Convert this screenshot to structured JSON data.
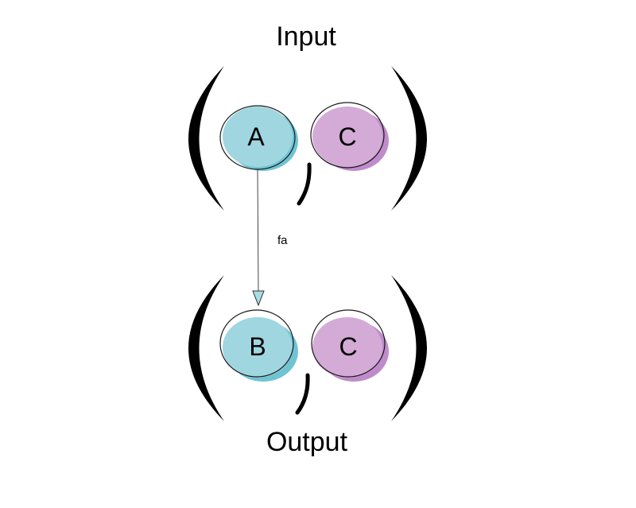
{
  "title_top": "Input",
  "title_bottom": "Output",
  "input_tuple": {
    "first": {
      "letter": "A",
      "color": "#9fd6df",
      "shadow": "#6fc4d3"
    },
    "second": {
      "letter": "C",
      "color": "#d4aad6",
      "shadow": "#bf8ccb"
    }
  },
  "output_tuple": {
    "first": {
      "letter": "B",
      "color": "#9fd6df",
      "shadow": "#6fc4d3"
    },
    "second": {
      "letter": "C",
      "color": "#d4aad6",
      "shadow": "#bf8ccb"
    }
  },
  "edge": {
    "label": "fa"
  }
}
